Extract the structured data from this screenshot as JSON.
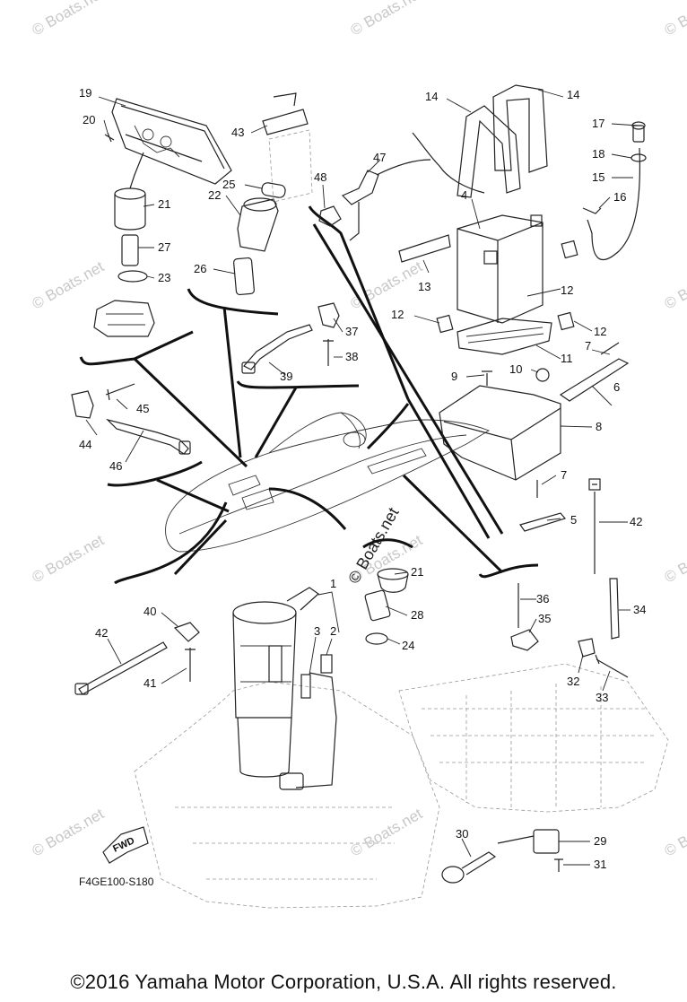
{
  "watermark": "© Boats.net",
  "diagram_code": "F4GE100-S180",
  "fwd_label": "FWD",
  "copyright": "©2016 Yamaha Motor Corporation, U.S.A. All rights reserved.",
  "callouts": [
    "1",
    "2",
    "3",
    "4",
    "5",
    "6",
    "7",
    "8",
    "9",
    "10",
    "11",
    "12",
    "13",
    "14",
    "15",
    "16",
    "17",
    "18",
    "19",
    "20",
    "21",
    "22",
    "23",
    "24",
    "25",
    "26",
    "27",
    "28",
    "29",
    "30",
    "31",
    "32",
    "33",
    "34",
    "35",
    "36",
    "37",
    "38",
    "39",
    "40",
    "41",
    "42",
    "43",
    "44",
    "45",
    "46",
    "47",
    "48"
  ]
}
